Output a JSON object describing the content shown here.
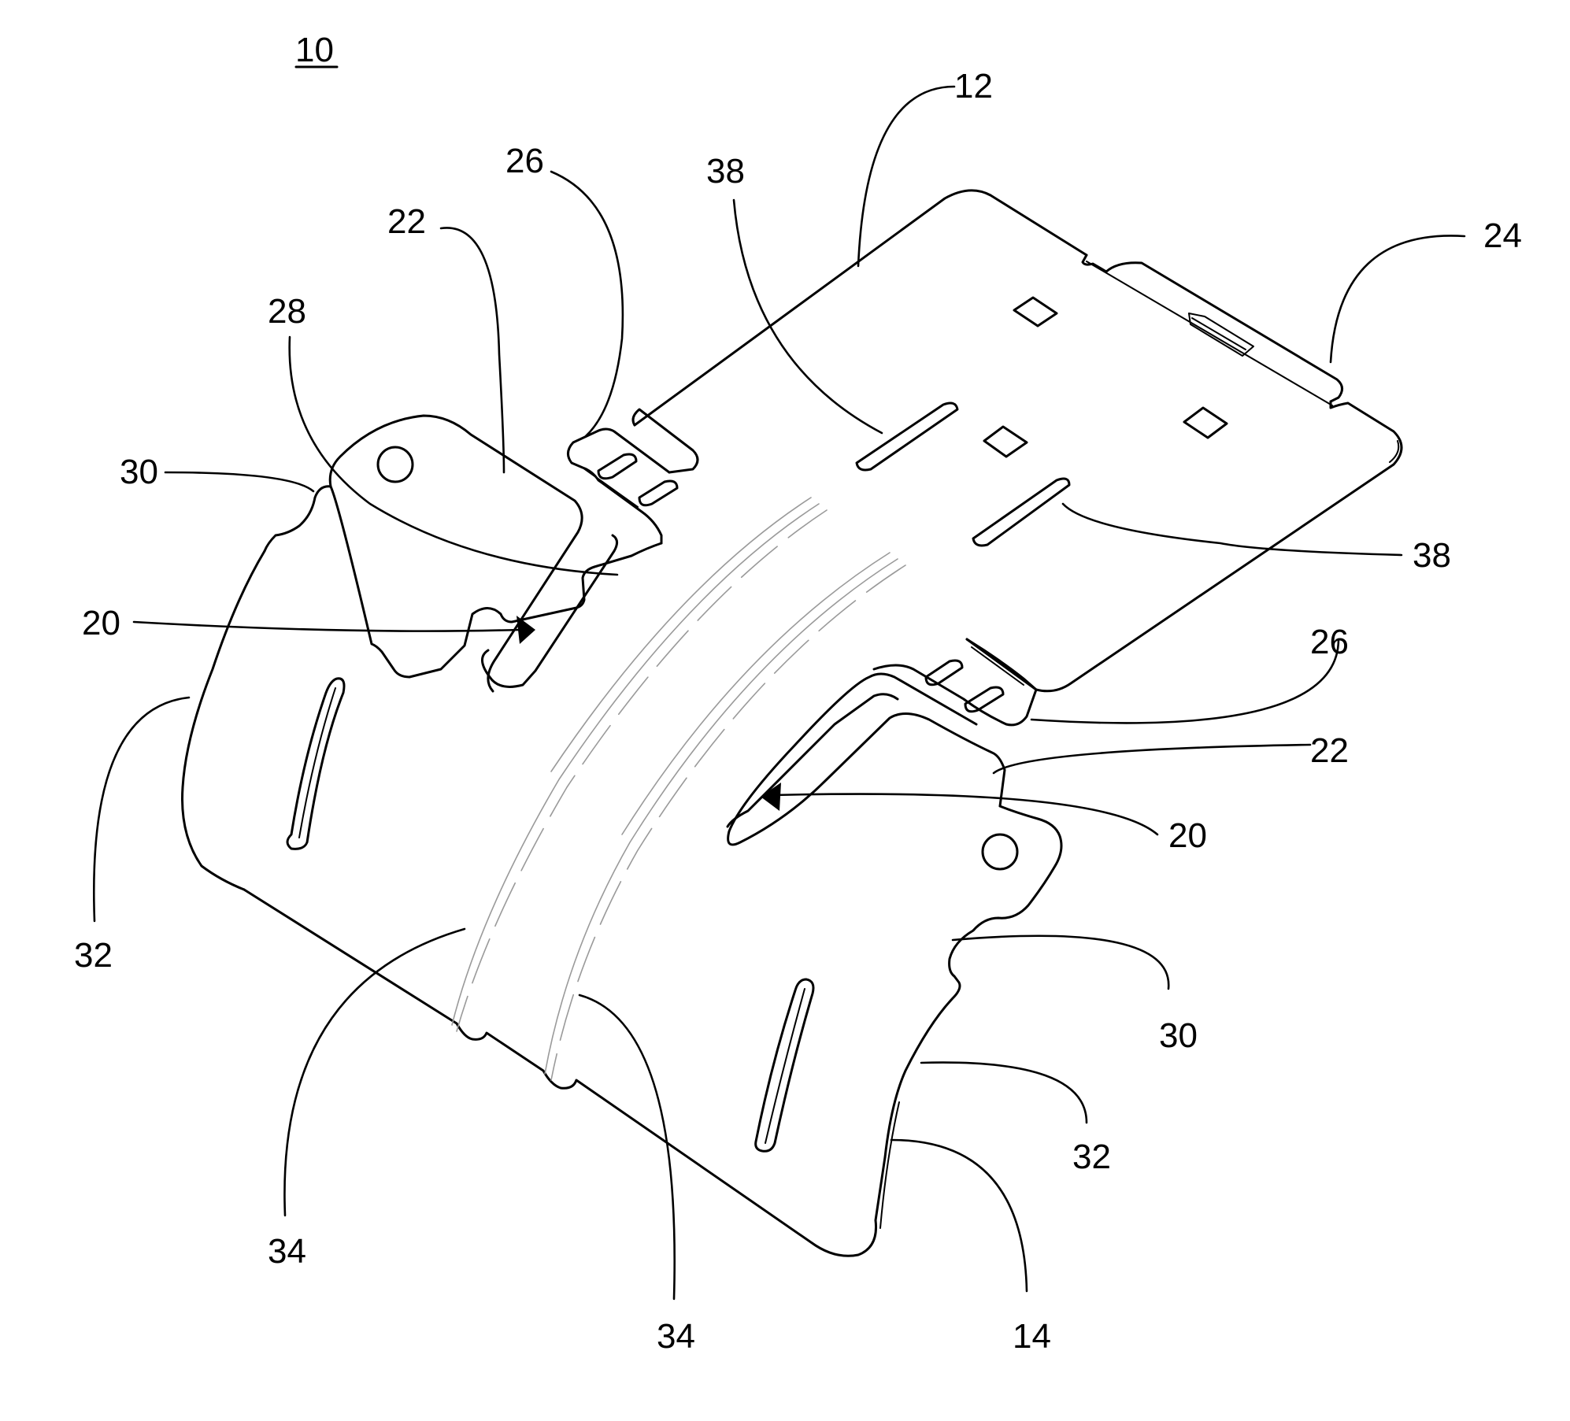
{
  "figure": {
    "ref_main": "10",
    "labels": {
      "top_plate": "12",
      "bottom_wall": "14",
      "slot_left": "20",
      "slot_right": "20",
      "tab_left": "22",
      "tab_right": "22",
      "end_tab": "24",
      "ear_upper": "26",
      "ear_lower": "26",
      "edge_28": "28",
      "notch_left": "30",
      "notch_right": "30",
      "side_left": "32",
      "side_right": "32",
      "rib_left": "34",
      "rib_right": "34",
      "slot_top": "38",
      "slot_mid": "38"
    }
  }
}
